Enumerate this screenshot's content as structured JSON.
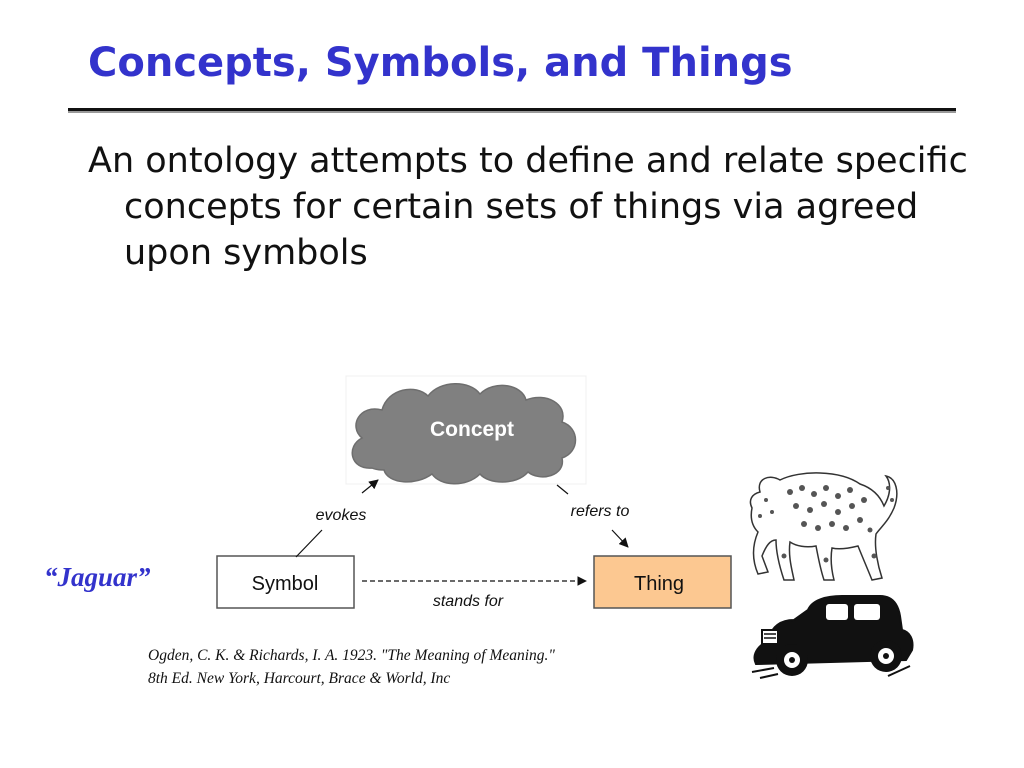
{
  "slide": {
    "title": "Concepts, Symbols, and Things",
    "body": "An ontology attempts to define and relate specific concepts for certain sets of things via agreed upon symbols"
  },
  "diagram": {
    "concept_label": "Concept",
    "symbol_label": "Symbol",
    "thing_label": "Thing",
    "edge_evokes": "evokes",
    "edge_refers_to": "refers to",
    "edge_stands_for": "stands for",
    "colors": {
      "cloud": "#808080",
      "thing_fill": "#fcc891",
      "title": "#3333cc"
    }
  },
  "example_word": "“Jaguar”",
  "citation": "Ogden, C. K. & Richards, I. A. 1923. \"The Meaning of Meaning.\" 8th Ed. New York, Harcourt, Brace & World, Inc",
  "icons": [
    "jaguar-animal-icon",
    "vintage-car-icon"
  ]
}
